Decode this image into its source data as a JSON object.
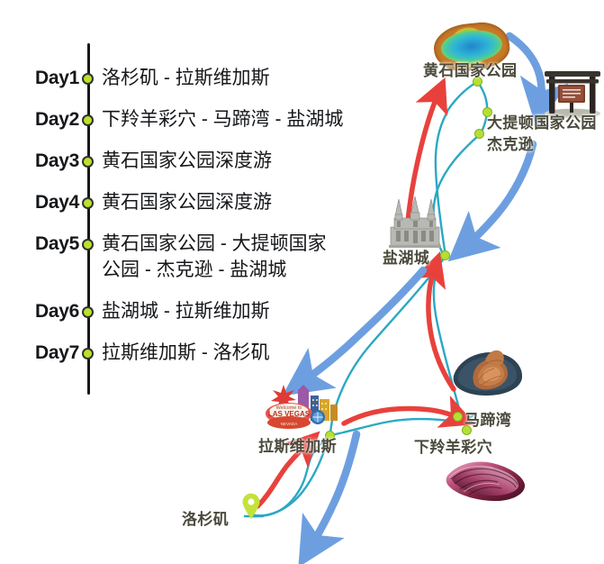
{
  "itinerary": {
    "days": [
      {
        "label": "Day1",
        "text": "洛杉矶 - 拉斯维加斯",
        "text2": ""
      },
      {
        "label": "Day2",
        "text": "下羚羊彩穴 - 马蹄湾 - 盐湖城",
        "text2": ""
      },
      {
        "label": "Day3",
        "text": "黄石国家公园深度游",
        "text2": ""
      },
      {
        "label": "Day4",
        "text": "黄石国家公园深度游",
        "text2": ""
      },
      {
        "label": "Day5",
        "text": "黄石国家公园 - 大提顿国家",
        "text2": "公园 - 杰克逊 - 盐湖城"
      },
      {
        "label": "Day6",
        "text": "盐湖城 - 拉斯维加斯",
        "text2": ""
      },
      {
        "label": "Day7",
        "text": "拉斯维加斯 - 洛杉矶",
        "text2": ""
      }
    ]
  },
  "map": {
    "places": [
      {
        "name": "黄石国家公园",
        "icon": "grand-prismatic-spring-icon"
      },
      {
        "name": "大提顿国家公园",
        "icon": "park-entrance-sign-icon"
      },
      {
        "name": "杰克逊",
        "icon": ""
      },
      {
        "name": "盐湖城",
        "icon": "salt-lake-temple-icon"
      },
      {
        "name": "拉斯维加斯",
        "icon": "las-vegas-sign-icon"
      },
      {
        "name": "马蹄湾",
        "icon": "horseshoe-bend-icon"
      },
      {
        "name": "下羚羊彩穴",
        "icon": "antelope-canyon-icon"
      },
      {
        "name": "洛杉矶",
        "icon": "map-pin-icon"
      }
    ]
  },
  "colors": {
    "route_line": "#2ba8c4",
    "arrow_outbound": "#e8413c",
    "arrow_return": "#6d9fe0",
    "node_fill": "#b7df32",
    "timeline": "#15171a",
    "place_label": "#4b4a3c"
  }
}
